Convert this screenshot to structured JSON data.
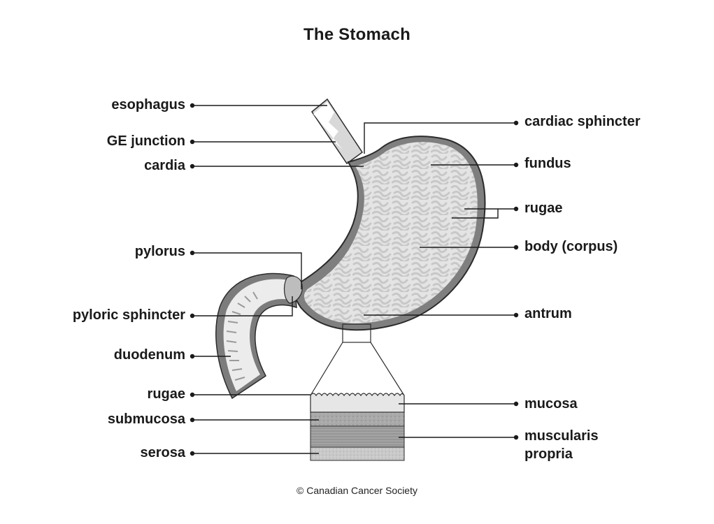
{
  "title": "The Stomach",
  "labels_left": {
    "esophagus": "esophagus",
    "ge_junction": "GE junction",
    "cardia": "cardia",
    "pylorus": "pylorus",
    "pyloric_sphincter": "pyloric sphincter",
    "duodenum": "duodenum",
    "rugae": "rugae",
    "submucosa": "submucosa",
    "serosa": "serosa"
  },
  "labels_right": {
    "cardiac_sphincter": "cardiac sphincter",
    "fundus": "fundus",
    "rugae": "rugae",
    "body": "body (corpus)",
    "antrum": "antrum",
    "mucosa": "mucosa",
    "muscularis_line1": "muscularis",
    "muscularis_line2": "propria"
  },
  "credit": "© Canadian Cancer Society",
  "colors": {
    "outline": "#2b2b2b",
    "wall": "#8f8f8f",
    "interior": "#e2e2e2",
    "rugae_folds": "#c6c6c6",
    "leader_line": "#1a1a1a"
  }
}
